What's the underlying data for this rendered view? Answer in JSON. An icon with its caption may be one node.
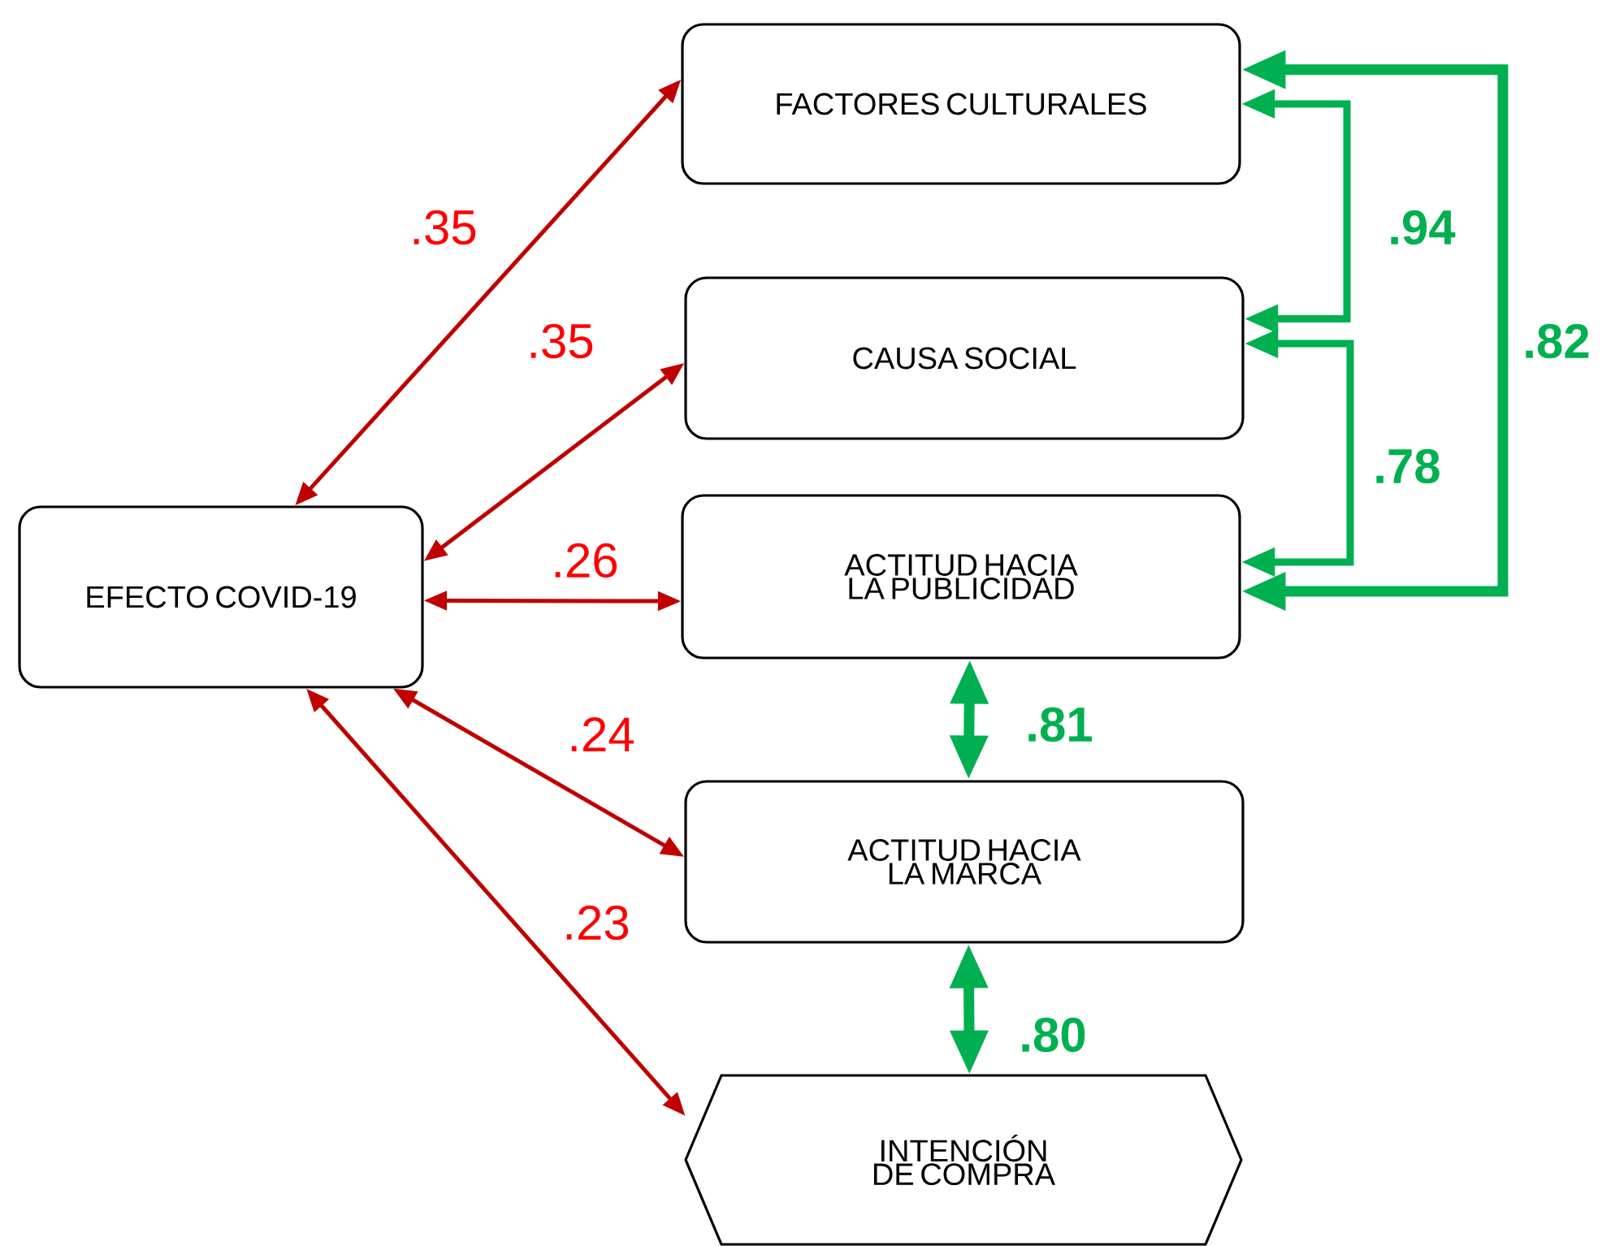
{
  "diagram": {
    "nodes": [
      {
        "text": [
          "FACTORES CULTURALES"
        ]
      },
      {
        "text": [
          "CAUSA SOCIAL"
        ]
      },
      {
        "text": [
          "ACTITUD HACIA LA PUBLICIDAD"
        ]
      },
      {
        "text": [
          "EFECTO COVID-19"
        ]
      },
      {
        "text": [
          "ACTITUD HACIA LA MARCA"
        ]
      },
      {
        "text": [
          "INTENCIÓN DE COMPRA"
        ]
      }
    ],
    "edges": [
      {
        "from": 3,
        "to": 0,
        "arrow": "both",
        "label": ".35",
        "color": "#c00000"
      },
      {
        "from": 3,
        "to": 1,
        "arrow": "both",
        "label": ".35",
        "color": "#c00000"
      },
      {
        "from": 3,
        "to": 2,
        "arrow": "both",
        "label": ".26",
        "color": "#c00000"
      },
      {
        "from": 3,
        "to": 4,
        "arrow": "both",
        "label": ".24",
        "color": "#c00000"
      },
      {
        "from": 3,
        "to": 5,
        "arrow": "both",
        "label": ".23",
        "color": "#c00000"
      },
      {
        "from": 0,
        "to": 1,
        "arrow": "both",
        "label": ".94",
        "style": "thick",
        "color": "#00b050"
      },
      {
        "from": 1,
        "to": 2,
        "arrow": "both",
        "label": ".78",
        "style": "thick",
        "color": "#00b050"
      },
      {
        "from": 0,
        "to": 2,
        "arrow": "both",
        "label": ".82",
        "style": "thick",
        "color": "#00b050"
      },
      {
        "from": 2,
        "to": 4,
        "arrow": "both",
        "label": ".81",
        "style": "thick",
        "color": "#00b050"
      },
      {
        "from": 4,
        "to": 5,
        "arrow": "both",
        "label": ".80",
        "style": "thick",
        "color": "#00b050"
      }
    ]
  }
}
